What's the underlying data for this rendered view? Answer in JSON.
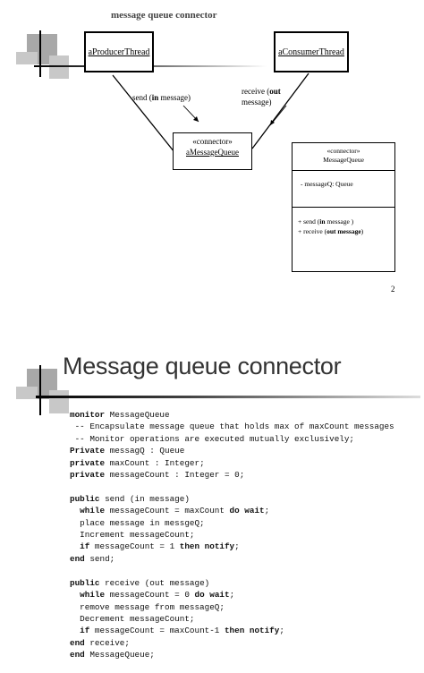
{
  "slide1": {
    "title": "message queue connector",
    "producer": "aProducerThread",
    "consumer": "aConsumerThread",
    "send_label_pre": "send (",
    "send_label_kw": "in",
    "send_label_post": " message)",
    "receive_line1_pre": "receive (",
    "receive_line1_kw": "out",
    "receive_line2": "message)",
    "connector_stereotype": "«connector»",
    "connector_name": "aMessageQueue",
    "class_box": {
      "stereotype": "«connector»",
      "name": "MessageQueue",
      "attribute": "- messageQ: Queue",
      "op1_pre": "+ send (",
      "op1_kw": "in",
      "op1_post": " message )",
      "op2_pre": "+ receive  (",
      "op2_kw": "out message",
      "op2_post": ")"
    },
    "page_number": "2"
  },
  "slide2": {
    "title": "Message queue connector",
    "code": [
      {
        "kw": "monitor",
        "rest": " MessageQueue"
      },
      {
        "kw": "",
        "rest": " -- Encapsulate message queue that holds max of maxCount messages"
      },
      {
        "kw": "",
        "rest": " -- Monitor operations are executed mutually exclusively;"
      },
      {
        "kw": "Private",
        "rest": " messagQ : Queue"
      },
      {
        "kw": "private",
        "rest": " maxCount : Integer;"
      },
      {
        "kw": "private",
        "rest": " messageCount : Integer = 0;"
      },
      {
        "kw": "",
        "rest": ""
      },
      {
        "kw": "public",
        "rest": " send (in message)"
      },
      {
        "kw": "  while",
        "rest": " messageCount = maxCount ",
        "kw2": "do wait",
        "rest2": ";"
      },
      {
        "kw": "",
        "rest": "  place message in messgeQ;"
      },
      {
        "kw": "",
        "rest": "  Increment messageCount;"
      },
      {
        "kw": "  if",
        "rest": " messageCount = 1 ",
        "kw2": "then notify",
        "rest2": ";"
      },
      {
        "kw": "end",
        "rest": " send;"
      },
      {
        "kw": "",
        "rest": ""
      },
      {
        "kw": "public",
        "rest": " receive (out message)"
      },
      {
        "kw": "  while",
        "rest": " messageCount = 0 ",
        "kw2": "do wait",
        "rest2": ";"
      },
      {
        "kw": "",
        "rest": "  remove message from messageQ;"
      },
      {
        "kw": "",
        "rest": "  Decrement messageCount;"
      },
      {
        "kw": "  if",
        "rest": " messageCount = maxCount-1 ",
        "kw2": "then notify",
        "rest2": ";"
      },
      {
        "kw": "end",
        "rest": " receive;"
      },
      {
        "kw": "end",
        "rest": " MessageQueue;"
      }
    ]
  }
}
